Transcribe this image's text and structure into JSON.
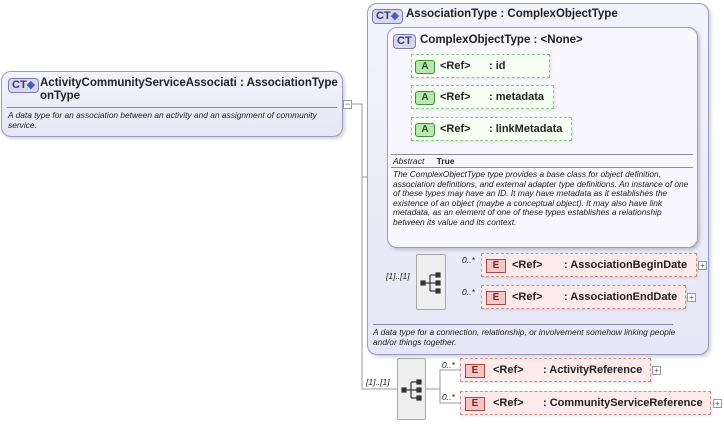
{
  "main_type": {
    "badge": "CT",
    "name_line1": "ActivityCommunityServiceAssociati",
    "name_sep": " : ",
    "base_type": "AssociationType",
    "name_line2": "onType",
    "doc": "A data type for an association between an activity and an assignment of community service.",
    "seq_multiplicity": "[1]..[1]",
    "elements": [
      {
        "badge": "E",
        "ref": "<Ref>",
        "name": ": ActivityReference",
        "cardinality": "0..*"
      },
      {
        "badge": "E",
        "ref": "<Ref>",
        "name": ": CommunityServiceReference",
        "cardinality": "0..*"
      }
    ]
  },
  "association_type": {
    "badge": "CT",
    "title": "AssociationType : ComplexObjectType",
    "doc": "A data type for a connection, relationship, or involvement somehow linking people and/or things together.",
    "seq_multiplicity": "[1]..[1]",
    "elements": [
      {
        "badge": "E",
        "ref": "<Ref>",
        "name": ": AssociationBeginDate",
        "cardinality": "0..*"
      },
      {
        "badge": "E",
        "ref": "<Ref>",
        "name": ": AssociationEndDate",
        "cardinality": "0..*"
      }
    ]
  },
  "complex_object_type": {
    "badge": "CT",
    "title": "ComplexObjectType : <None>",
    "attributes": [
      {
        "badge": "A",
        "ref": "<Ref>",
        "name": ": id"
      },
      {
        "badge": "A",
        "ref": "<Ref>",
        "name": ": metadata"
      },
      {
        "badge": "A",
        "ref": "<Ref>",
        "name": ": linkMetadata"
      }
    ],
    "abstract_label": "Abstract",
    "abstract_value": "True",
    "doc": "The ComplexObjectType type provides a base class for object definition, association definitions, and external adapter type definitions. An instance of one of these types may have an ID. It may have metadata as it establishes the existence of an object (maybe a conceptual object). It may also have link metadata, as an element of one of these types establishes a relationship between its value and its context."
  },
  "icons": {
    "expand": "+",
    "collapse": "−",
    "ct_dot": "◆"
  }
}
